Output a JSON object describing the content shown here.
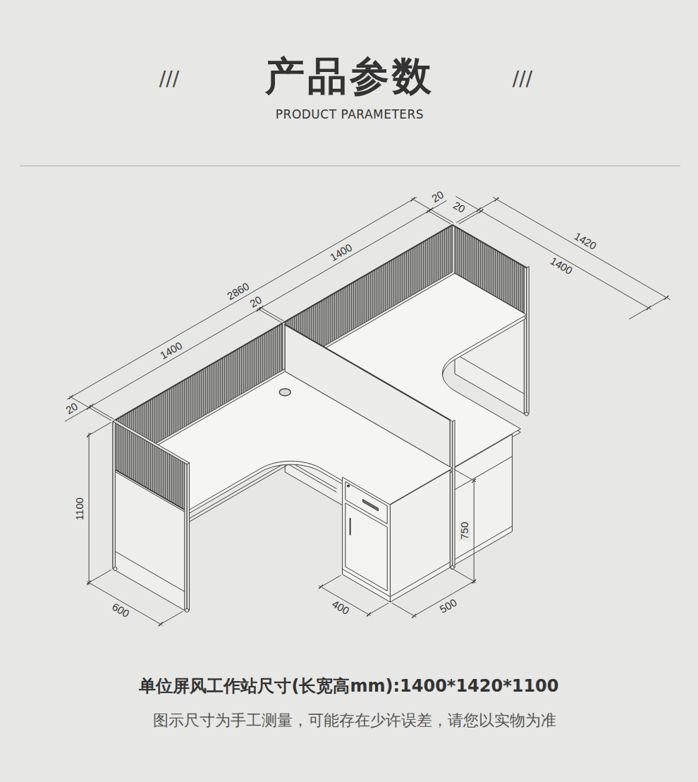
{
  "diagram": {
    "title": "产品参数",
    "labels": [
      "///",
      "///",
      "PRODUCT PARAMETERS",
      "20",
      "1400",
      "2860",
      "20",
      "1400",
      "20",
      "20",
      "1420",
      "1400",
      "1100",
      "750",
      "600",
      "400",
      "500",
      "单位屏风工作站尺寸(长宽高mm):1400*1420*1100",
      "图示尺寸为手工测量，可能存在少许误差，请您以实物为准"
    ]
  }
}
